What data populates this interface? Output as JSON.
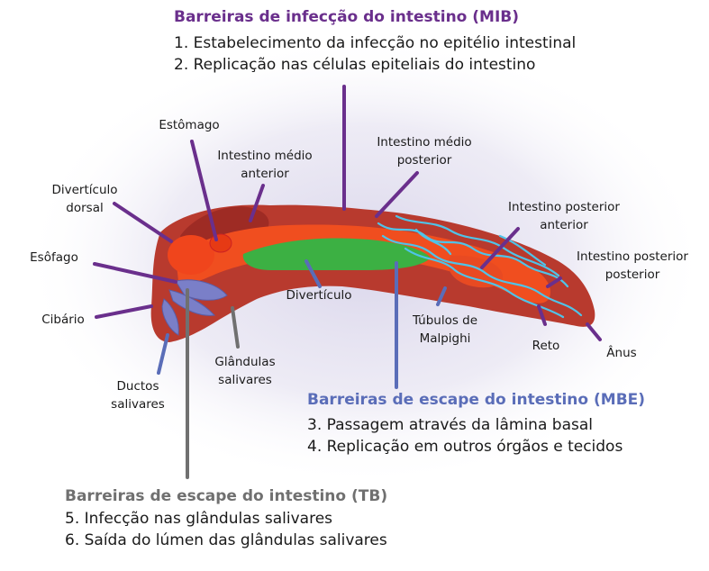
{
  "mib": {
    "heading": "Barreiras de infecção do intestino (MIB)",
    "items": [
      "1. Estabelecimento da infecção no epitélio intestinal",
      "2. Replicação nas células epiteliais do intestino"
    ],
    "color": "#6a2f8c"
  },
  "mbe": {
    "heading": "Barreiras de escape do intestino (MBE)",
    "items": [
      "3. Passagem através da lâmina basal",
      "4. Replicação em outros órgãos e tecidos"
    ],
    "color": "#5a6db8"
  },
  "tb": {
    "heading": "Barreiras de escape do intestino (TB)",
    "items": [
      "5. Infecção nas glândulas salivares",
      "6. Saída do lúmen das glândulas salivares"
    ],
    "color": "#707070"
  },
  "labels": {
    "estomago": [
      "Estômago"
    ],
    "intestino_medio_anterior": [
      "Intestino médio",
      "anterior"
    ],
    "intestino_medio_posterior": [
      "Intestino médio",
      "posterior"
    ],
    "diverticulo_dorsal": [
      "Divertículo",
      "dorsal"
    ],
    "esofago": [
      "Esôfago"
    ],
    "cibario": [
      "Cibário"
    ],
    "ductos_salivares": [
      "Ductos",
      "salivares"
    ],
    "glandulas_salivares": [
      "Glândulas",
      "salivares"
    ],
    "diverticulo": [
      "Divertículo"
    ],
    "tubulos_malpighi": [
      "Túbulos de",
      "Malpighi"
    ],
    "reto": [
      "Reto"
    ],
    "anus": [
      "Ânus"
    ],
    "intestino_posterior_anterior": [
      "Intestino posterior",
      "anterior"
    ],
    "intestino_posterior_posterior": [
      "Intestino posterior",
      "posterior"
    ]
  },
  "colors": {
    "gut_body": "#c0392b",
    "gut_tube": "#f04e1f",
    "midgut_inner": "#3cb043",
    "tubules": "#4fc3e8",
    "glands": "#7a7fc8",
    "leader_purple": "#6a2f8c",
    "leader_blue": "#5a6db8",
    "leader_gray": "#707070"
  }
}
